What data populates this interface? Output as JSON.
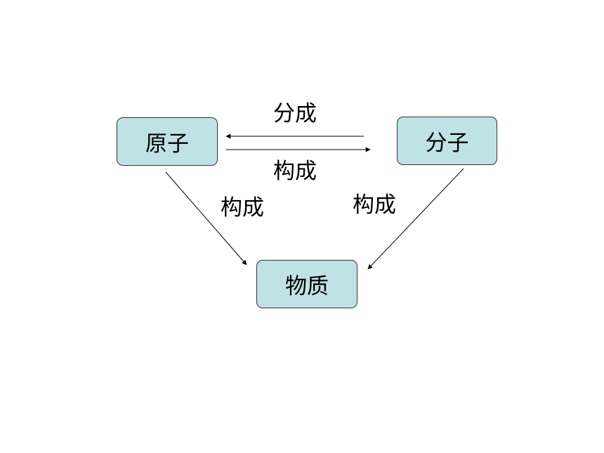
{
  "nodes": {
    "atom": "原子",
    "molecule": "分子",
    "matter": "物质"
  },
  "edges": {
    "molecule_to_atom": "分成",
    "atom_to_molecule": "构成",
    "atom_to_matter": "构成",
    "molecule_to_matter": "构成"
  },
  "colors": {
    "node_fill": "#bfe3e4",
    "node_border": "#333333",
    "line": "#000000",
    "background": "#ffffff"
  }
}
